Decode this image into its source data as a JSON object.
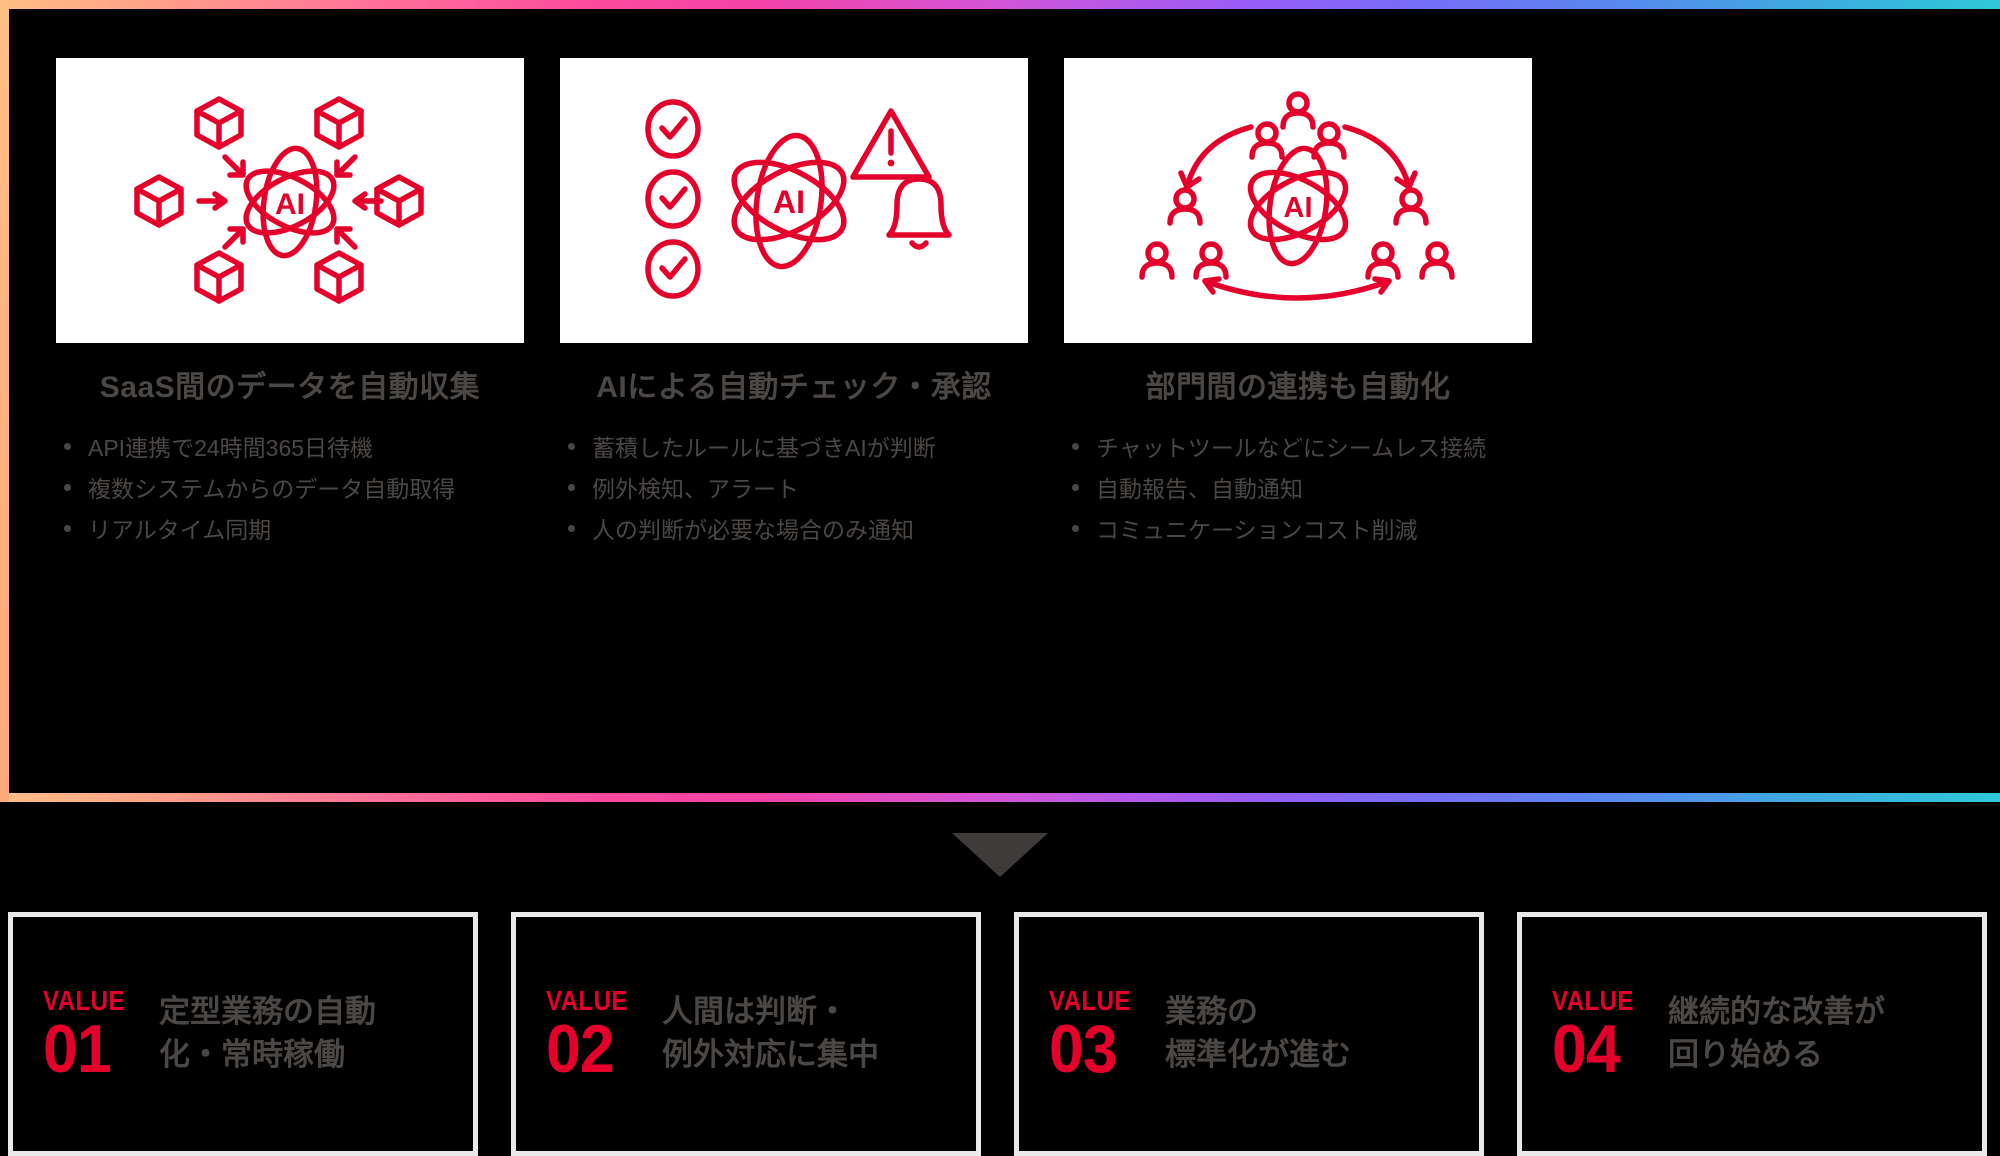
{
  "theme": {
    "background": "#000000",
    "accent_red": "#e4002b",
    "text_gray": "#4b4745",
    "card_border": "#e9e9e9",
    "arrow_gray": "#3f3b3a",
    "gradient": [
      "#ffbe84",
      "#ff6f99",
      "#fb4a9d",
      "#d255d8",
      "#9a5cf5",
      "#5a86f0",
      "#2ec8d8"
    ]
  },
  "features": [
    {
      "icon": "ai-data-collection-icon",
      "title": "SaaS間のデータを自動収集",
      "bullets": [
        "API連携で24時間365日待機",
        "複数システムからのデータ自動取得",
        "リアルタイム同期"
      ]
    },
    {
      "icon": "ai-auto-check-approval-icon",
      "title": "AIによる自動チェック・承認",
      "bullets": [
        "蓄積したルールに基づきAIが判断",
        "例外検知、アラート",
        "人の判断が必要な場合のみ通知"
      ]
    },
    {
      "icon": "ai-cross-department-icon",
      "title": "部門間の連携も自動化",
      "bullets": [
        "チャットツールなどにシームレス接続",
        "自動報告、自動通知",
        "コミュニケーションコスト削減"
      ]
    }
  ],
  "values": [
    {
      "label": "VALUE",
      "number": "01",
      "text": "定型業務の自動\n化・常時稼働"
    },
    {
      "label": "VALUE",
      "number": "02",
      "text": "人間は判断・\n例外対応に集中"
    },
    {
      "label": "VALUE",
      "number": "03",
      "text": "業務の\n標準化が進む"
    },
    {
      "label": "VALUE",
      "number": "04",
      "text": "継続的な改善が\n回り始める"
    }
  ]
}
